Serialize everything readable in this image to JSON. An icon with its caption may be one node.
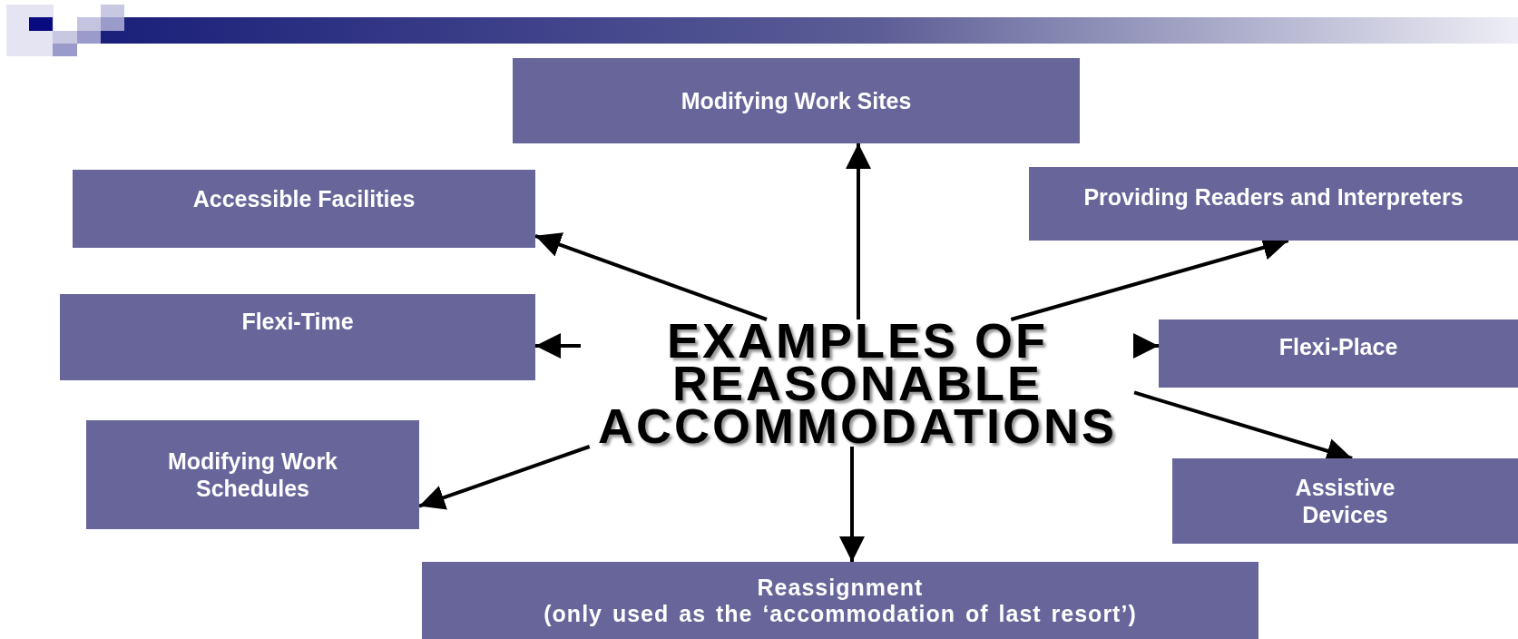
{
  "diagram": {
    "nodes": [
      {
        "text": [
          "EXAMPLES OF REASONABLE ACCOMMODATIONS"
        ]
      },
      {
        "text": [
          "Modifying Work Sites"
        ]
      },
      {
        "text": [
          "Accessible Facilities"
        ]
      },
      {
        "text": [
          "Providing Readers and Interpreters"
        ]
      },
      {
        "text": [
          "Flexi-Time"
        ]
      },
      {
        "text": [
          "Flexi-Place"
        ]
      },
      {
        "text": [
          "Modifying Work Schedules"
        ]
      },
      {
        "text": [
          "Assistive Devices"
        ]
      },
      {
        "text": [
          "Reassignment",
          "(only used as the ‘accommodation of last resort’)"
        ]
      }
    ],
    "edges": [
      {
        "from": 0,
        "to": 1,
        "arrow": "to"
      },
      {
        "from": 0,
        "to": 2,
        "arrow": "to"
      },
      {
        "from": 0,
        "to": 3,
        "arrow": "to"
      },
      {
        "from": 0,
        "to": 4,
        "arrow": "to"
      },
      {
        "from": 0,
        "to": 5,
        "arrow": "to"
      },
      {
        "from": 0,
        "to": 6,
        "arrow": "to"
      },
      {
        "from": 0,
        "to": 7,
        "arrow": "to"
      },
      {
        "from": 0,
        "to": 8,
        "arrow": "to"
      }
    ]
  }
}
